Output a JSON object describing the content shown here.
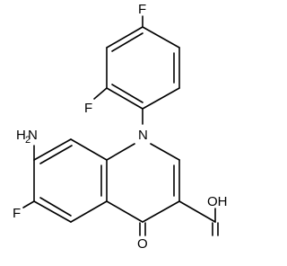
{
  "molecule": {
    "atoms": {
      "f_top": "F",
      "f_ortho": "F",
      "n_ring": "N",
      "nh2_n": "H",
      "nh2_h": "N",
      "nh2_sub": "2",
      "f_left": "F",
      "o_keto": "O",
      "oh": "OH"
    },
    "colors": {
      "bond": "#000000",
      "label": "#000000",
      "background": "#ffffff"
    }
  }
}
